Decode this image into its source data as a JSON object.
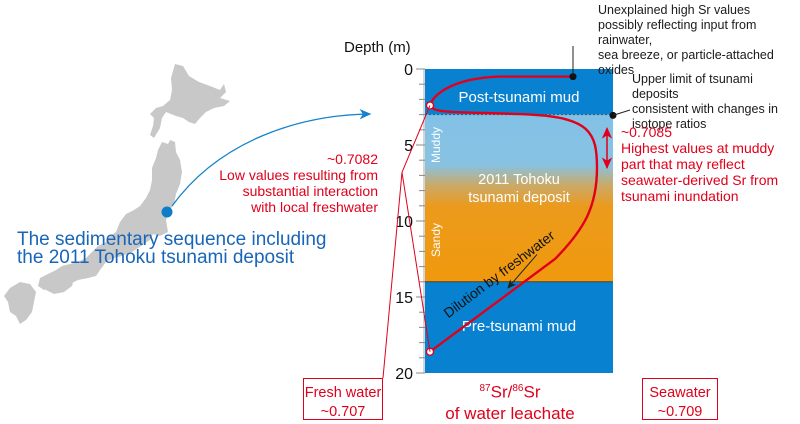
{
  "title_left": {
    "line1": "The sedimentary sequence including",
    "line2": "the 2011 Tohoku tsunami deposit"
  },
  "colors": {
    "map_gray": "#c8c8c8",
    "location_blue": "#0f7cc8",
    "post_tsunami_mud": "#0882d0",
    "muddy_layer": "#82c1e6",
    "sandy_layer": "#f0990d",
    "pre_tsunami_mud": "#0882d0",
    "curve_red": "#e0001b",
    "title_blue": "#1866b8"
  },
  "depth_axis": {
    "label": "Depth (m)",
    "range_m": [
      0,
      20
    ],
    "major_ticks": [
      "0",
      "5",
      "10",
      "15",
      "20"
    ],
    "minor_tick_step_m": 1
  },
  "layers": [
    {
      "name": "Post-tsunami mud",
      "top_m": 0,
      "bottom_m": 3
    },
    {
      "name": "2011 Tohoku tsunami deposit",
      "sublabel_top": "Muddy",
      "sublabel_bottom": "Sandy",
      "top_m": 3,
      "bottom_m": 14
    },
    {
      "name": "Pre-tsunami mud",
      "top_m": 14,
      "bottom_m": 20
    }
  ],
  "layer_labels": {
    "post": "Post-tsunami mud",
    "deposit_line1": "2011 Tohoku",
    "deposit_line2": "tsunami deposit",
    "muddy": "Muddy",
    "sandy": "Sandy",
    "pre": "Pre-tsunami mud"
  },
  "curve": {
    "description": "87Sr/86Sr of water leachate vs depth",
    "points": [
      {
        "depth_m": 0.5,
        "ratio": "high (unexplained)"
      },
      {
        "depth_m": 2.4,
        "ratio": "~0.7082 (low)"
      },
      {
        "depth_m": 3.5,
        "ratio": "~0.7085"
      },
      {
        "depth_m": 7.0,
        "ratio": "~0.7085"
      },
      {
        "depth_m": 18.6,
        "ratio": "low"
      }
    ]
  },
  "dilution_label": "Dilution by freshwater",
  "annotations": {
    "unexplained": [
      "Unexplained high Sr values",
      "possibly reflecting input from rainwater,",
      "sea breeze, or particle-attached oxides"
    ],
    "upper_limit": [
      "Upper limit of tsunami deposits",
      "consistent with changes in",
      "isotope ratios"
    ],
    "highest": [
      "~0.7085",
      "Highest values at muddy",
      "part that may reflect",
      "seawater-derived Sr from",
      "tsunami inundation"
    ],
    "low": [
      "~0.7082",
      "Low values resulting from",
      "substantial interaction",
      "with local freshwater"
    ]
  },
  "x_axis": {
    "label_main": "Sr/",
    "sup1": "87",
    "sup2": "86",
    "label_end": "Sr",
    "line2": "of water leachate"
  },
  "endmembers": {
    "fresh": {
      "label": "Fresh water",
      "value": "~0.707"
    },
    "sea": {
      "label": "Seawater",
      "value": "~0.709"
    }
  }
}
